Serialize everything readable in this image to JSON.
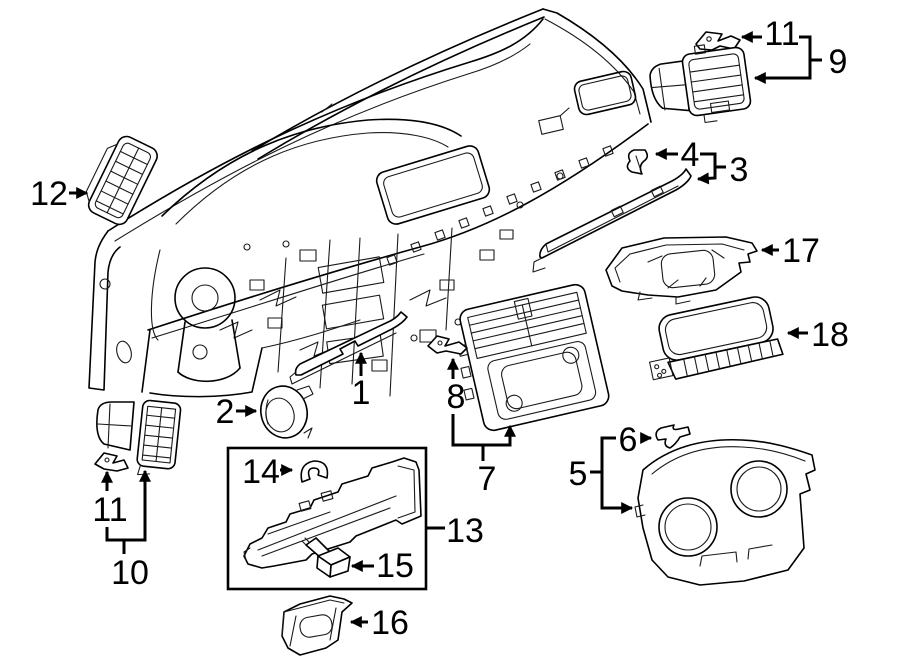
{
  "figure": {
    "background": "#ffffff",
    "ink": "#000000"
  },
  "callouts": {
    "c1": {
      "label": "1"
    },
    "c2": {
      "label": "2"
    },
    "c3": {
      "label": "3"
    },
    "c4": {
      "label": "4"
    },
    "c5": {
      "label": "5"
    },
    "c6": {
      "label": "6"
    },
    "c7": {
      "label": "7"
    },
    "c8": {
      "label": "8"
    },
    "c9": {
      "label": "9"
    },
    "c10": {
      "label": "10"
    },
    "c11_top": {
      "label": "11"
    },
    "c11_bottom": {
      "label": "11"
    },
    "c12": {
      "label": "12"
    },
    "c13": {
      "label": "13"
    },
    "c14": {
      "label": "14"
    },
    "c15": {
      "label": "15"
    },
    "c16": {
      "label": "16"
    },
    "c17": {
      "label": "17"
    },
    "c18": {
      "label": "18"
    }
  }
}
